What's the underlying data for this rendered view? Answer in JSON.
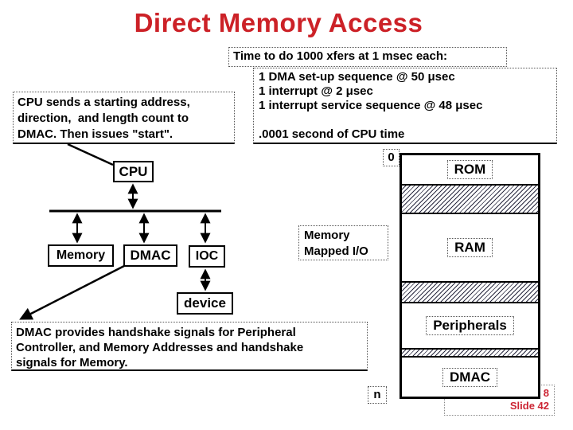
{
  "title": "Direct Memory Access",
  "colors": {
    "title_red": "#cc2127",
    "footer_red": "#cc2433",
    "hatch_line": "#2a2a40"
  },
  "timing": {
    "header": "Time to do 1000 xfers at 1 msec each:",
    "line1": "1 DMA set-up sequence @ 50 μsec",
    "line2": "1 interrupt @ 2 μsec",
    "line3": "1 interrupt service sequence @ 48 μsec",
    "summary": ".0001 second of CPU time"
  },
  "cpu_note": {
    "line1": "CPU sends a starting address,",
    "line2": "direction,  and length count to",
    "line3": "DMAC. Then issues \"start\"."
  },
  "diagram": {
    "cpu": "CPU",
    "memory": "Memory",
    "dmac": "DMAC",
    "ioc": "IOC",
    "device": "device",
    "mmio_line1": "Memory",
    "mmio_line2": "Mapped I/O"
  },
  "memory_map": {
    "top_address": "0",
    "bottom_address": "n",
    "regions": {
      "rom": "ROM",
      "ram": "RAM",
      "peripherals": "Peripherals",
      "dmac": "DMAC"
    }
  },
  "dmac_note": {
    "line1": "DMAC provides handshake signals for Peripheral",
    "line2": "Controller, and Memory Addresses and handshake",
    "line3": "signals for Memory."
  },
  "footer": {
    "line1": "8",
    "line2": "Slide 42"
  }
}
